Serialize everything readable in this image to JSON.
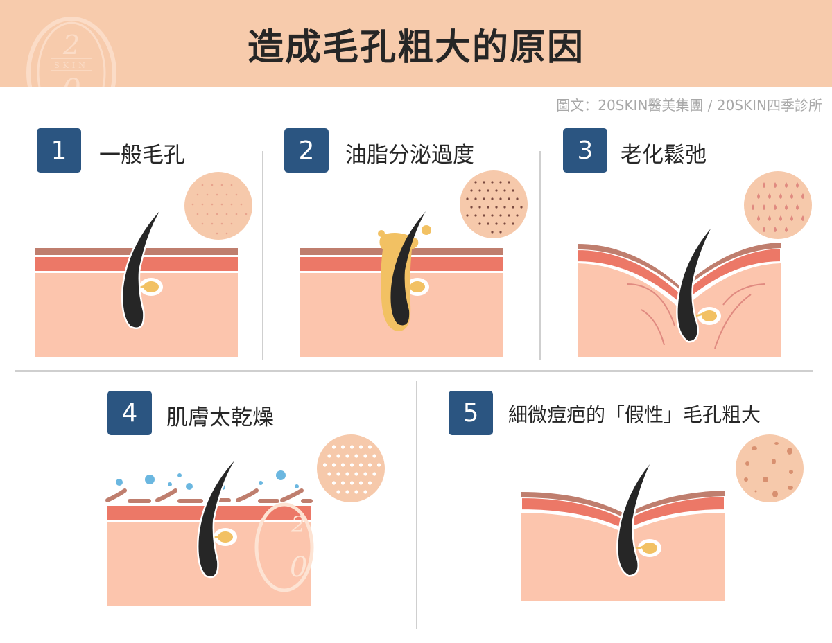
{
  "header": {
    "title": "造成毛孔粗大的原因",
    "background_color": "#f7cbac",
    "watermark_logo": {
      "number_top": "2",
      "brand": "SKIN",
      "number_bottom": "0"
    }
  },
  "credit": "圖文：20SKIN醫美集團 / 20SKIN四季診所",
  "panels": [
    {
      "number": "1",
      "label": "一般毛孔",
      "illustration": "normal-pore-skin-cross-section",
      "swatch": "small-light-dots"
    },
    {
      "number": "2",
      "label": "油脂分泌過度",
      "illustration": "oily-pore-with-sebum",
      "swatch": "dense-dark-dots"
    },
    {
      "number": "3",
      "label": "老化鬆弛",
      "illustration": "sagging-aged-skin",
      "swatch": "teardrop-pores"
    },
    {
      "number": "4",
      "label": "肌膚太乾燥",
      "illustration": "dry-skin-with-water-loss",
      "swatch": "white-dots"
    },
    {
      "number": "5",
      "label": "細微痘疤的「假性」毛孔粗大",
      "illustration": "acne-scar-pore",
      "swatch": "irregular-scar-spots"
    }
  ],
  "colors": {
    "badge": "#2b5581",
    "skin_base": "#fcc5ad",
    "skin_mid": "#ec7867",
    "skin_top": "#bf7e6e",
    "hair": "#262626",
    "sebum": "#f2c163",
    "water": "#6bb7e0",
    "swatch": "#f6c9ab"
  }
}
